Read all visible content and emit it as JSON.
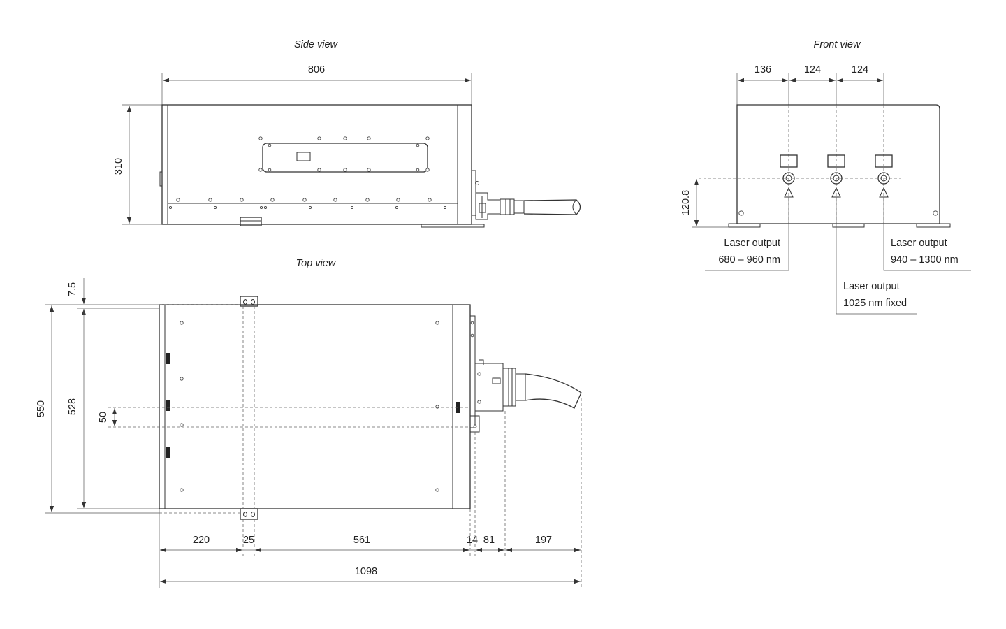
{
  "views": {
    "side": "Side view",
    "top": "Top view",
    "front": "Front view"
  },
  "side_dims": {
    "length": "806",
    "height": "310"
  },
  "front_dims": {
    "d1": "136",
    "d2": "124",
    "d3": "124",
    "output_height": "120.8"
  },
  "top_dims": {
    "offset": "7.5",
    "outer_width": "550",
    "inner_width": "528",
    "center_offset": "50",
    "seg1": "220",
    "seg2": "25",
    "seg3": "561",
    "seg4": "14",
    "seg5": "81",
    "seg6": "197",
    "total": "1098"
  },
  "outputs": [
    {
      "title": "Laser output",
      "value": "680 – 960 nm"
    },
    {
      "title": "Laser output",
      "value": "1025 nm fixed"
    },
    {
      "title": "Laser output",
      "value": "940 – 1300 nm"
    }
  ],
  "colors": {
    "line": "#333333",
    "text": "#222222",
    "background": "#ffffff"
  }
}
